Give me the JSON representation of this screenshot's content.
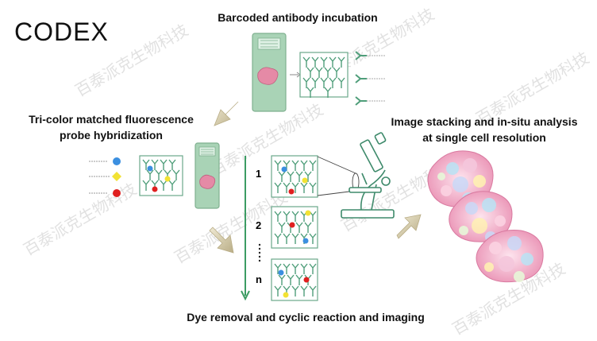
{
  "title": "CODEX",
  "labels": {
    "incubation": "Barcoded antibody incubation",
    "hybridization_line1": "Tri-color matched fluorescence",
    "hybridization_line2": "probe hybridization",
    "analysis_line1": "Image stacking and in-situ analysis",
    "analysis_line2": "at single cell resolution",
    "cycle": "Dye removal and cyclic reaction and imaging"
  },
  "cycle_steps": [
    "1",
    "2",
    "n"
  ],
  "watermark": "百泰派克生物科技",
  "colors": {
    "slide": "#a9d3b6",
    "slide_border": "#7fb08f",
    "tissue": "#e58aa6",
    "antibody": "#4f9e7a",
    "arrow": "#cfc6a9",
    "dot_blue": "#3b8fe0",
    "dot_yellow": "#f2e234",
    "dot_red": "#e02020",
    "cycle_line": "#3c9c63"
  }
}
